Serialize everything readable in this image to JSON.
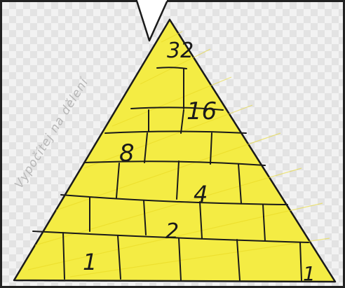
{
  "side_note": "Vypočítej na dělení",
  "numbers": {
    "top": "32",
    "row2": "16",
    "row3": "8",
    "row4": "4",
    "row5": "2",
    "bottom_left": "1",
    "bottom_right": "1"
  },
  "colors": {
    "pyramid_fill": "#f4ec44",
    "pyramid_stroke": "#1a1a1a",
    "pointer_fill": "#ffffff"
  }
}
